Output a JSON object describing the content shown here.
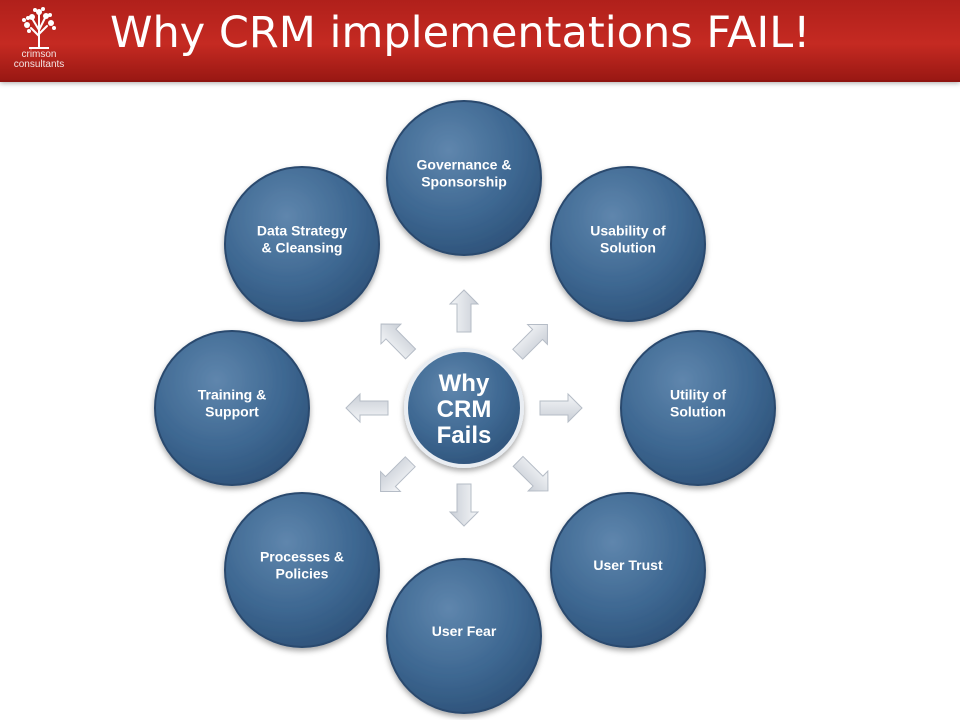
{
  "header": {
    "title": "Why CRM implementations FAIL!",
    "logo_text_line1": "crimson",
    "logo_text_line2": "consultants",
    "logo_icon": "tree-icon",
    "brand_color": "#b0201b"
  },
  "diagram": {
    "center": {
      "lines": [
        "Why",
        "CRM",
        "Fails"
      ]
    },
    "nodes": [
      {
        "id": "governance",
        "lines": [
          "Governance &",
          "Sponsorship"
        ]
      },
      {
        "id": "usability",
        "lines": [
          "Usability of",
          "Solution"
        ]
      },
      {
        "id": "utility",
        "lines": [
          "Utility of",
          "Solution"
        ]
      },
      {
        "id": "user-trust",
        "lines": [
          "User Trust"
        ]
      },
      {
        "id": "user-fear",
        "lines": [
          "User Fear"
        ]
      },
      {
        "id": "processes",
        "lines": [
          "Processes &",
          "Policies"
        ]
      },
      {
        "id": "training",
        "lines": [
          "Training &",
          "Support"
        ]
      },
      {
        "id": "data-strategy",
        "lines": [
          "Data Strategy",
          "& Cleansing"
        ]
      }
    ],
    "node_color": "#3f6a96",
    "arrow_color": "#e6e9ee"
  }
}
